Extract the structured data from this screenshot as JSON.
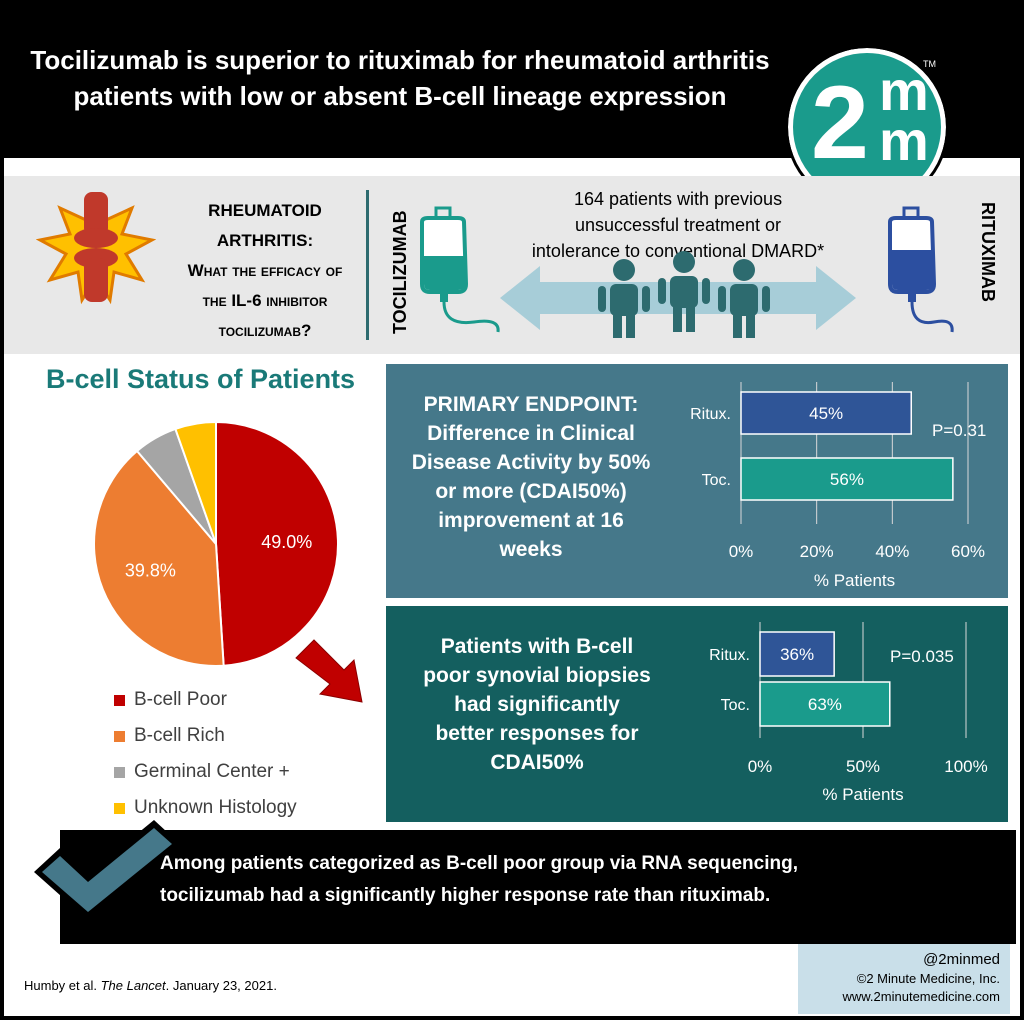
{
  "header": {
    "title_line1": "Tocilizumab is superior to rituximab for rheumatoid arthritis",
    "title_line2": "patients with low or absent B-cell lineage expression",
    "logo_number": "2",
    "logo_letter_top": "m",
    "logo_letter_bottom": "m",
    "logo_trademark": "TM"
  },
  "background_section": {
    "condition_line1": "RHEUMATOID",
    "condition_line2": "ARTHRITIS:",
    "question_line1": "What the efficacy of",
    "question_line2": "the IL-6 inhibitor",
    "question_line3": "tocilizumab?",
    "left_drug": "TOCILIZUMAB",
    "right_drug": "RITUXIMAB",
    "patients_line1": "164 patients with previous",
    "patients_line2": "unsuccessful treatment or",
    "patients_line3": "intolerance to conventional DMARD*",
    "colors": {
      "tocilizumab": "#1a9b8c",
      "rituximab": "#2c4fa0",
      "arrow": "#a7cdd8",
      "person": "#2d6b6f"
    }
  },
  "pie": {
    "title": "B-cell Status of Patients",
    "legend": [
      {
        "label": "B-cell Poor",
        "color": "#c00000"
      },
      {
        "label": "B-cell Rich",
        "color": "#ed7d31"
      },
      {
        "label": "Germinal Center +",
        "color": "#a5a5a5"
      },
      {
        "label": "Unknown Histology",
        "color": "#ffc000"
      }
    ]
  },
  "panel1": {
    "line1": "PRIMARY ENDPOINT:",
    "line2": "Difference in Clinical",
    "line3": "Disease Activity by 50%",
    "line4": "or more (CDAI50%)",
    "line5": "improvement at 16",
    "line6": "weeks"
  },
  "panel2": {
    "line1": "Patients with B-cell",
    "line2": "poor synovial biopsies",
    "line3": "had significantly",
    "line4": "better responses for",
    "line5": "CDAI50%"
  },
  "conclusion": {
    "line1": "Among patients categorized as B-cell poor group via RNA sequencing,",
    "line2": "tocilizumab had a significantly higher response rate than rituximab."
  },
  "footer": {
    "citation_authors": "Humby et al. ",
    "citation_journal": "The Lancet",
    "citation_date": ". January 23, 2021.",
    "handle": "@2minmed",
    "copyright": "©2 Minute Medicine, Inc.",
    "url": "www.2minutemedicine.com"
  },
  "chart_data": [
    {
      "type": "pie",
      "title": "B-cell Status of Patients",
      "labels": [
        "B-cell Poor",
        "B-cell Rich",
        "Germinal Center +",
        "Unknown Histology"
      ],
      "values": [
        49.0,
        39.8,
        5.8,
        5.4
      ],
      "data_labels": [
        "49.0%",
        "39.8%",
        "",
        ""
      ],
      "colors": [
        "#c00000",
        "#ed7d31",
        "#a5a5a5",
        "#ffc000"
      ],
      "legend": "bottom"
    },
    {
      "type": "bar",
      "orientation": "horizontal",
      "categories": [
        "Ritux.",
        "Toc."
      ],
      "values": [
        45,
        56
      ],
      "data_labels": [
        "45%",
        "56%"
      ],
      "colors": [
        "#2f5597",
        "#1a9b8c"
      ],
      "xlabel": "% Patients",
      "xlim": [
        0,
        60
      ],
      "xticks": [
        "0%",
        "20%",
        "40%",
        "60%"
      ],
      "annotation": "P=0.31",
      "grid": true
    },
    {
      "type": "bar",
      "orientation": "horizontal",
      "categories": [
        "Ritux.",
        "Toc."
      ],
      "values": [
        36,
        63
      ],
      "data_labels": [
        "36%",
        "63%"
      ],
      "colors": [
        "#2f5597",
        "#1a9b8c"
      ],
      "xlabel": "% Patients",
      "xlim": [
        0,
        100
      ],
      "xticks": [
        "0%",
        "50%",
        "100%"
      ],
      "annotation": "P=0.035",
      "grid": true
    }
  ]
}
